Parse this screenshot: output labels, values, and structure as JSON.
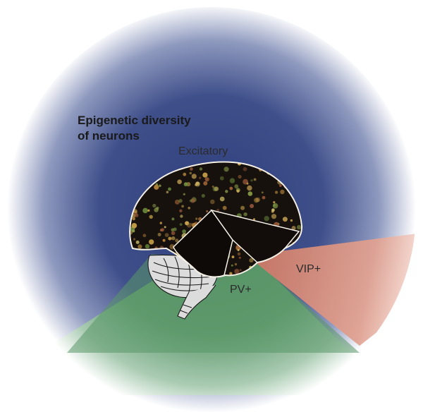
{
  "title": {
    "line1": "Epigenetic diversity",
    "line2": "of neurons"
  },
  "labels": {
    "excitatory": "Excitatory",
    "pv": "PV+",
    "vip": "VIP+"
  },
  "colors": {
    "excitatory_region": "#3f4f8a",
    "pv_region": "#5e9a6a",
    "vip_region": "#d88a78",
    "brain_tissue": "#16110d",
    "brain_outline": "#f5f0e6"
  },
  "icons": [
    "brain-illustration",
    "cerebellum-sketch",
    "neuron-dots"
  ]
}
